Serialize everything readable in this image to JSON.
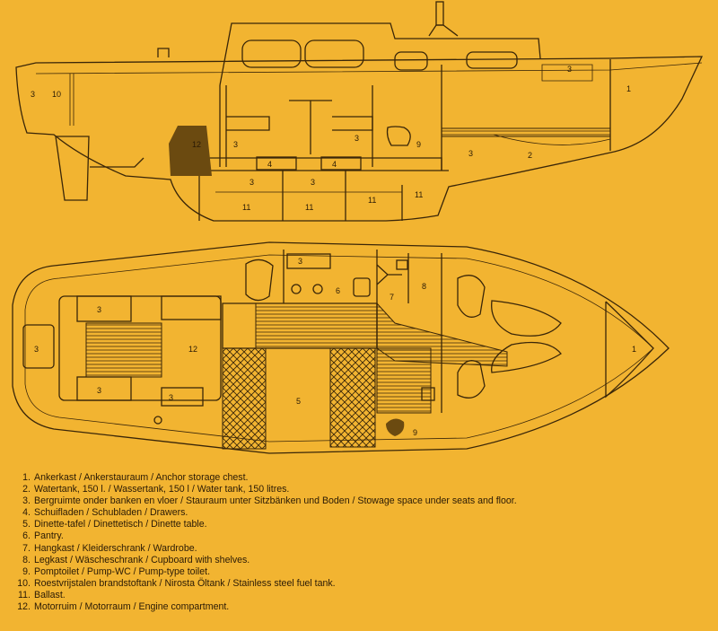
{
  "callouts": {
    "n1": "1",
    "n2": "2",
    "n3": "3",
    "n4": "4",
    "n5": "5",
    "n6": "6",
    "n7": "7",
    "n8": "8",
    "n9": "9",
    "n10": "10",
    "n11": "11",
    "n12": "12"
  },
  "legend": [
    {
      "num": "1.",
      "text": "Ankerkast / Ankerstauraum / Anchor storage chest."
    },
    {
      "num": "2.",
      "text": "Watertank, 150 l. / Wassertank, 150 l / Water tank, 150 litres."
    },
    {
      "num": "3.",
      "text": "Bergruimte onder banken en vloer / Stauraum unter Sitzbänken und Boden / Stowage space under seats and floor."
    },
    {
      "num": "4.",
      "text": "Schuifladen / Schubladen / Drawers."
    },
    {
      "num": "5.",
      "text": "Dinette-tafel / Dinettetisch / Dinette table."
    },
    {
      "num": "6.",
      "text": "Pantry."
    },
    {
      "num": "7.",
      "text": "Hangkast / Kleiderschrank / Wardrobe."
    },
    {
      "num": "8.",
      "text": "Legkast / Wäscheschrank / Cupboard with shelves."
    },
    {
      "num": "9.",
      "text": "Pomptoilet / Pump-WC / Pump-type toilet."
    },
    {
      "num": "10.",
      "text": "Roestvrijstalen brandstoftank / Nirosta Öltank / Stainless steel fuel tank."
    },
    {
      "num": "11.",
      "text": "Ballast."
    },
    {
      "num": "12.",
      "text": "Motorruim / Motorraum / Engine compartment."
    }
  ]
}
